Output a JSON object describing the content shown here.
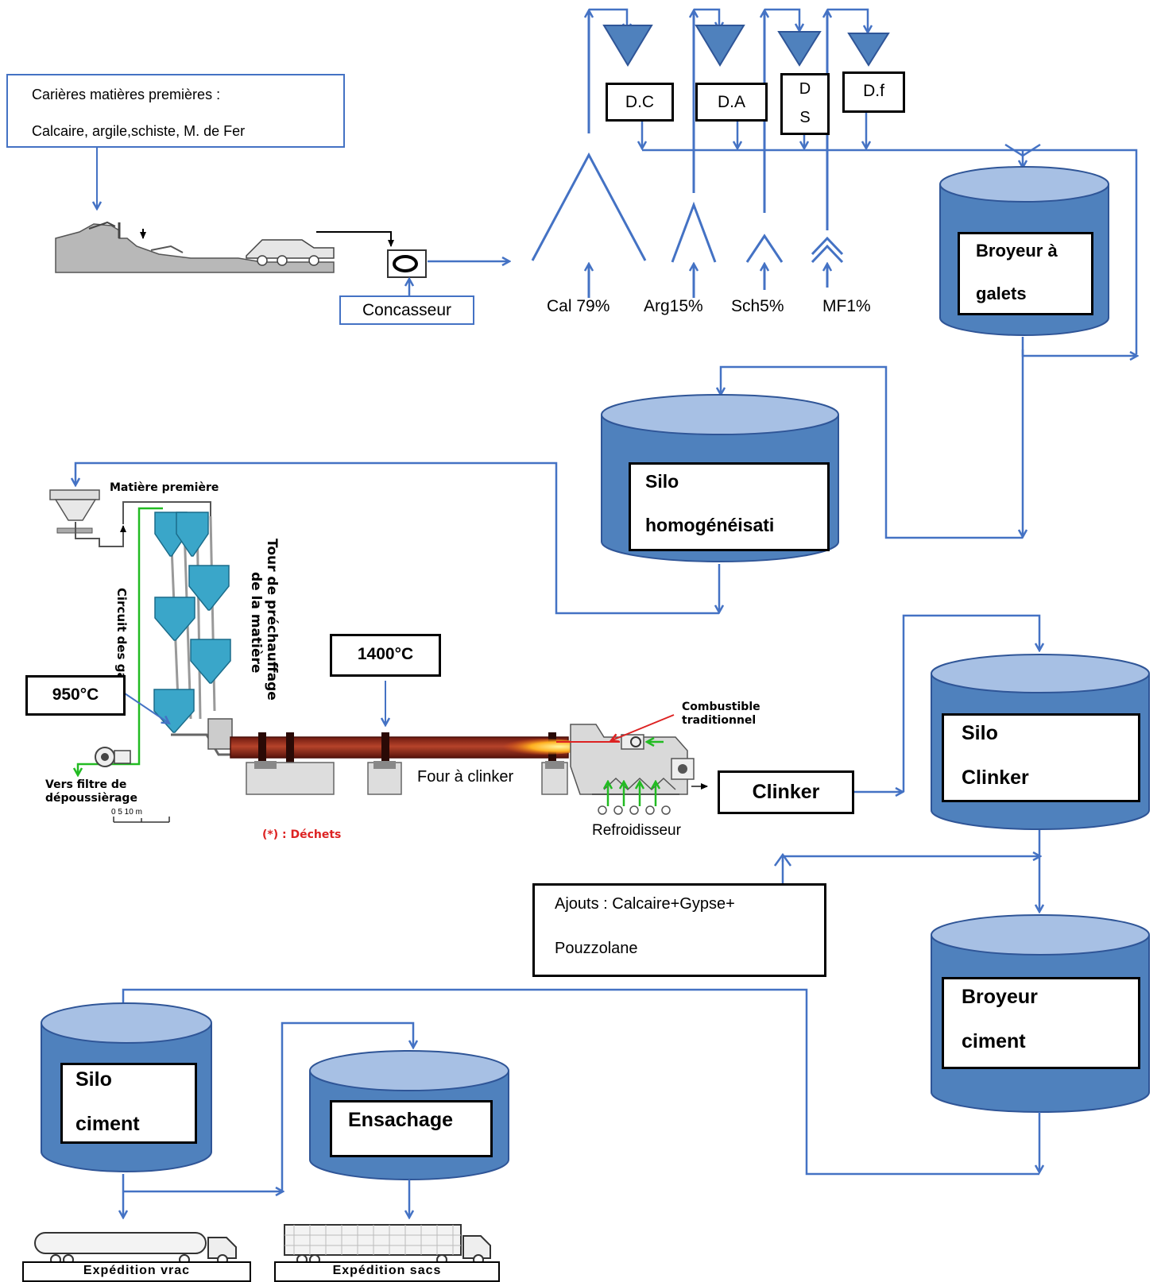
{
  "quarry_box": {
    "line1": "Carières matières premières :",
    "line2": "Calcaire, argile,schiste, M. de Fer"
  },
  "crusher_label": "Concasseur",
  "dosers": {
    "dc": "D.C",
    "da": "D.A",
    "ds_top": "D",
    "ds_bottom": "S",
    "df": "D.f"
  },
  "raw_materials": {
    "cal": "Cal 79%",
    "arg": "Arg15%",
    "sch": "Sch5%",
    "mf": "MF1%"
  },
  "raw_mill": {
    "line1": "Broyeur à",
    "line2": "galets"
  },
  "homog_silo": {
    "line1": "Silo",
    "line2": "homogénéisati"
  },
  "kiln_area": {
    "matiere_premiere": "Matière première",
    "tower_line1": "Tour de préchauffage",
    "tower_line2": "de la matière",
    "gas_circuit": "Circuit des gaz",
    "temp_950": "950°C",
    "temp_1400": "1400°C",
    "filter_line1": "Vers filtre de",
    "filter_line2": "dépoussièrage",
    "scale": "0    5    10 m",
    "dechets": "(*) : Déchets",
    "kiln": "Four à clinker",
    "fuel_line1": "Combustible",
    "fuel_line2": "traditionnel",
    "cooler": "Refroidisseur"
  },
  "clinker_box": "Clinker",
  "clinker_silo": {
    "line1": "Silo",
    "line2": "Clinker"
  },
  "additions": {
    "line1": "Ajouts : Calcaire+Gypse+",
    "line2": "Pouzzolane"
  },
  "cement_mill": {
    "line1": "Broyeur",
    "line2": "ciment"
  },
  "cement_silo": {
    "line1": "Silo",
    "line2": "ciment"
  },
  "bagging": {
    "label": "Ensachage"
  },
  "shipping": {
    "bulk": "Expédition vrac",
    "bags": "Expédition sacs"
  },
  "colors": {
    "flow": "#4472c4",
    "silo_fill": "#4f81bd",
    "silo_top": "#a7c0e4",
    "silo_stroke": "#2f5597",
    "kiln": "#8b2a1a",
    "preheater": "#3aa6c9",
    "green": "#22bb22",
    "red": "#dd2222"
  }
}
